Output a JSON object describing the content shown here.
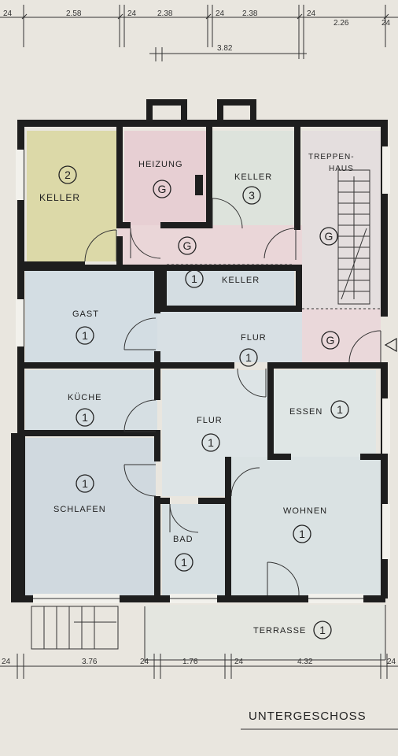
{
  "plan_title": "UNTERGESCHOSS",
  "top_dimensions": {
    "row1": [
      "24",
      "2.58",
      "24",
      "2.38",
      "24",
      "2.38",
      "24",
      "2.26",
      "24"
    ],
    "row2": [
      "3.82"
    ]
  },
  "bottom_dimensions": [
    "24",
    "3.76",
    "24",
    "1.76",
    "24",
    "4.32",
    "24"
  ],
  "rooms": {
    "keller2": {
      "name": "KELLER",
      "badge": "2"
    },
    "heizung": {
      "name": "HEIZUNG",
      "badge": "G"
    },
    "keller3": {
      "name": "KELLER",
      "badge": "3"
    },
    "treppenhaus": {
      "name_line1": "TREPPEN-",
      "name_line2": "HAUS",
      "badge": "G"
    },
    "vorraum": {
      "badge": "G"
    },
    "keller1": {
      "name": "KELLER",
      "badge": "1"
    },
    "gast": {
      "name": "GAST",
      "badge": "1"
    },
    "flur_oben": {
      "name": "FLUR",
      "badge": "1"
    },
    "eingang": {
      "badge": "G"
    },
    "kueche": {
      "name": "KÜCHE",
      "badge": "1"
    },
    "flur": {
      "name": "FLUR",
      "badge": "1"
    },
    "essen": {
      "name": "ESSEN",
      "badge": "1"
    },
    "schlafen": {
      "name": "SCHLAFEN",
      "badge": "1"
    },
    "wohnen": {
      "name": "WOHNEN",
      "badge": "1"
    },
    "bad": {
      "name": "BAD",
      "badge": "1"
    },
    "terrasse": {
      "name": "TERRASSE",
      "badge": "1"
    }
  },
  "colors": {
    "keller2": "#dcd9a8",
    "heizung": "#e7cfd3",
    "keller3": "#dde3dc",
    "treppenhaus": "#e4dede",
    "vorraum": "#ead6d8",
    "keller1": "#d4dde2",
    "gast": "#d3dde3",
    "flur_oben": "#d8e0e4",
    "eingang": "#ead8da",
    "kueche": "#d6dfe3",
    "flur": "#dde4e6",
    "essen": "#dfe6e5",
    "schlafen": "#d0d9df",
    "wohnen": "#dae2e3",
    "bad": "#d6dfe2",
    "terrasse": "#e4e6e0",
    "walls": "#1e1e1e"
  }
}
